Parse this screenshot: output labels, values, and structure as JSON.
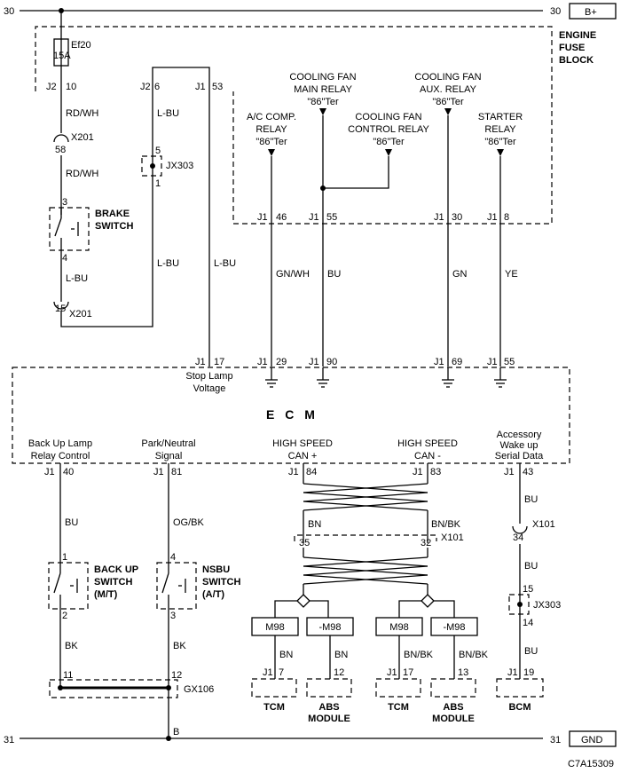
{
  "rails": {
    "top": {
      "left_num": "30",
      "right_num": "30",
      "label": "B+"
    },
    "bottom": {
      "left_num": "31",
      "right_num": "31",
      "label": "GND"
    }
  },
  "fuse": {
    "name": "Ef20",
    "rating": "15A"
  },
  "fuse_block": {
    "line1": "ENGINE",
    "line2": "FUSE",
    "line3": "BLOCK"
  },
  "fuse_pins": {
    "j2": "J2",
    "p10": "10",
    "j2b": "J2",
    "p6": "6",
    "j1": "J1",
    "p53": "53"
  },
  "relays": [
    {
      "line1": "A/C COMP.",
      "line2": "RELAY",
      "line3": "\"86\"Ter"
    },
    {
      "line1": "COOLING FAN",
      "line2": "MAIN RELAY",
      "line3": "\"86\"Ter"
    },
    {
      "line1": "COOLING FAN",
      "line2": "CONTROL RELAY",
      "line3": "\"86\"Ter"
    },
    {
      "line1": "COOLING FAN",
      "line2": "AUX. RELAY",
      "line3": "\"86\"Ter"
    },
    {
      "line1": "STARTER",
      "line2": "RELAY",
      "line3": "\"86\"Ter"
    }
  ],
  "fuse_bottom_pins": [
    {
      "j": "J1",
      "p": "46"
    },
    {
      "j": "J1",
      "p": "55"
    },
    {
      "j": "J1",
      "p": "30"
    },
    {
      "j": "J1",
      "p": "8"
    }
  ],
  "wires": {
    "rdwh1": "RD/WH",
    "rdwh2": "RD/WH",
    "lbu_a": "L-BU",
    "lbu_b": "L-BU",
    "lbu_c": "L-BU",
    "lbu_d": "L-BU",
    "gnwh": "GN/WH",
    "bu1": "BU",
    "gn": "GN",
    "ye": "YE",
    "bu_bl": "BU",
    "ogbk": "OG/BK",
    "bk1": "BK",
    "bk2": "BK",
    "bn_top": "BN",
    "bnbk_top": "BN/BK",
    "bu_r1": "BU",
    "bu_r2": "BU",
    "bu_r3": "BU",
    "bn_tcm": "BN",
    "bn_abs": "BN",
    "bnbk_tcm": "BN/BK",
    "bnbk_abs": "BN/BK",
    "b": "B"
  },
  "connectors": {
    "x201a": "X201",
    "x201a_pin": "58",
    "x201b": "X201",
    "x201b_pin": "15",
    "jx303a": "JX303",
    "jx303a_p5": "5",
    "jx303a_p1": "1",
    "x101a": "X101",
    "x101a_p35": "35",
    "x101a_p32": "32",
    "x101b": "X101",
    "x101b_pin": "34",
    "jx303b": "JX303",
    "jx303b_p15": "15",
    "jx303b_p14": "14",
    "gx106": "GX106",
    "gx106_p11": "11",
    "gx106_p12": "12"
  },
  "brake_switch": {
    "line1": "BRAKE",
    "line2": "SWITCH",
    "pin_top": "3",
    "pin_bot": "4"
  },
  "ecm": {
    "title": "E C M",
    "top_pins": [
      {
        "j": "J1",
        "p": "17"
      },
      {
        "j": "J1",
        "p": "29"
      },
      {
        "j": "J1",
        "p": "90"
      },
      {
        "j": "J1",
        "p": "69"
      },
      {
        "j": "J1",
        "p": "55"
      }
    ],
    "stop_lamp_1": "Stop Lamp",
    "stop_lamp_2": "Voltage",
    "bottom_labels": [
      {
        "l1": "Back Up Lamp",
        "l2": "Relay Control"
      },
      {
        "l1": "Park/Neutral",
        "l2": "Signal"
      },
      {
        "l1": "HIGH SPEED",
        "l2": "CAN +"
      },
      {
        "l1": "HIGH SPEED",
        "l2": "CAN -"
      },
      {
        "l0": "Accessory",
        "l1": "Wake up",
        "l2": "Serial Data"
      }
    ],
    "bottom_pins": [
      {
        "j": "J1",
        "p": "40"
      },
      {
        "j": "J1",
        "p": "81"
      },
      {
        "j": "J1",
        "p": "84"
      },
      {
        "j": "J1",
        "p": "83"
      },
      {
        "j": "J1",
        "p": "43"
      }
    ]
  },
  "backup_switch": {
    "line1": "BACK UP",
    "line2": "SWITCH",
    "line3": "(M/T)",
    "pin_top": "1",
    "pin_bot": "2"
  },
  "nsbu_switch": {
    "line1": "NSBU",
    "line2": "SWITCH",
    "line3": "(A/T)",
    "pin_top": "4",
    "pin_bot": "3"
  },
  "m98": [
    "M98",
    "-M98",
    "M98",
    "-M98"
  ],
  "modules": [
    {
      "j": "J1",
      "p": "7",
      "name": "TCM"
    },
    {
      "j": "",
      "p": "12",
      "name": "ABS",
      "name2": "MODULE"
    },
    {
      "j": "J1",
      "p": "17",
      "name": "TCM"
    },
    {
      "j": "",
      "p": "13",
      "name": "ABS",
      "name2": "MODULE"
    },
    {
      "j": "J1",
      "p": "19",
      "name": "BCM"
    }
  ],
  "code": "C7A15309"
}
